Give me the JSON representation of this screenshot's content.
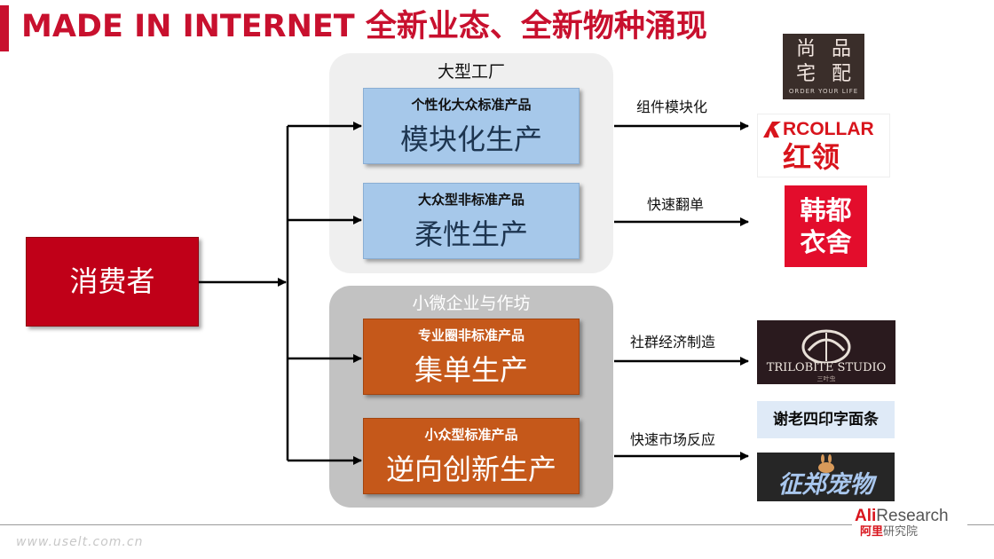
{
  "title": "MADE IN INTERNET 全新业态、全新物种涌现",
  "consumer": "消费者",
  "groups": {
    "factory": "大型工厂",
    "workshop": "小微企业与作坊"
  },
  "modes": [
    {
      "sub": "个性化大众标准产品",
      "main": "模块化生产",
      "edge": "组件模块化"
    },
    {
      "sub": "大众型非标准产品",
      "main": "柔性生产",
      "edge": "快速翻单"
    },
    {
      "sub": "专业圈非标准产品",
      "main": "集单生产",
      "edge": "社群经济制造"
    },
    {
      "sub": "小众型标准产品",
      "main": "逆向创新生产",
      "edge": "快速市场反应"
    }
  ],
  "logos": {
    "shangpin": {
      "chars": [
        "尚",
        "品",
        "宅",
        "配"
      ],
      "tagline": "ORDER YOUR LIFE"
    },
    "rcollar": {
      "en": "RCOLLAR",
      "cn": "红领"
    },
    "handu": {
      "line1": "韩都",
      "line2": "衣舍"
    },
    "trilobite": {
      "text": "TRILOBITE STUDIO",
      "small": "三叶虫"
    },
    "xielaosi": {
      "text": "谢老四印字面条"
    },
    "zhengzhou": {
      "text": "征郑宠物"
    },
    "aliresearch": {
      "ali": "Ali",
      "research": "Research",
      "cn_red": "阿里",
      "cn_gray": "研究院"
    }
  },
  "watermark": "www.uselt.com.cn",
  "colors": {
    "accent": "#c8102e",
    "blue": "#a6c8ea",
    "orange": "#c5581a",
    "consumer": "#c00018"
  }
}
